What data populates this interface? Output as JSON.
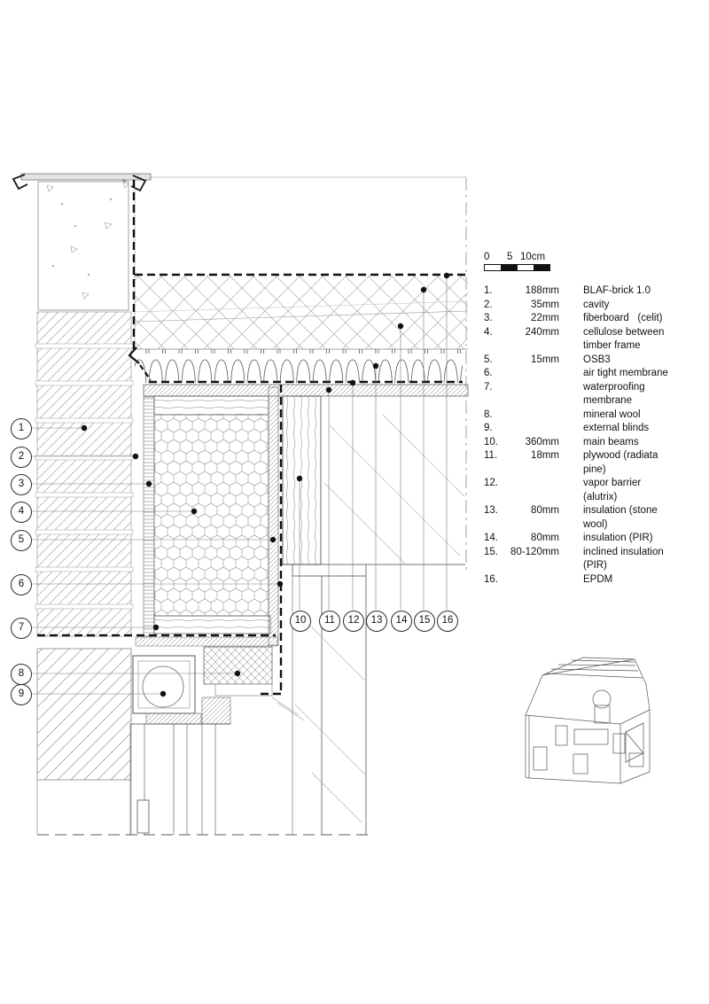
{
  "scale_bar": {
    "label_0": "0",
    "label_5": "5",
    "label_10": "10cm"
  },
  "legend": {
    "items": [
      {
        "num": "1.",
        "size": "188mm",
        "name": "BLAF-brick 1.0"
      },
      {
        "num": "2.",
        "size": "35mm",
        "name": "cavity"
      },
      {
        "num": "3.",
        "size": "22mm",
        "name": "fiberboard   (celit)"
      },
      {
        "num": "4.",
        "size": "240mm",
        "name": "cellulose between\ntimber frame"
      },
      {
        "num": "5.",
        "size": "15mm",
        "name": "OSB3"
      },
      {
        "num": "6.",
        "size": "",
        "name": "air tight membrane"
      },
      {
        "num": "7.",
        "size": "",
        "name": "waterproofing\nmembrane"
      },
      {
        "num": "8.",
        "size": "",
        "name": "mineral wool"
      },
      {
        "num": "9.",
        "size": "",
        "name": "external blinds"
      },
      {
        "num": "10.",
        "size": "360mm",
        "name": "main beams"
      },
      {
        "num": "11.",
        "size": "18mm",
        "name": "plywood (radiata\npine)"
      },
      {
        "num": "12.",
        "size": "",
        "name": "vapor barrier\n(alutrix)"
      },
      {
        "num": "13.",
        "size": "80mm",
        "name": "insulation (stone\nwool)"
      },
      {
        "num": "14.",
        "size": "80mm",
        "name": "insulation (PIR)"
      },
      {
        "num": "15.",
        "size": "80-120mm",
        "name": "inclined insulation\n(PIR)"
      },
      {
        "num": "16.",
        "size": "",
        "name": "EPDM"
      }
    ]
  },
  "callouts": {
    "items": [
      "1",
      "2",
      "3",
      "4",
      "5",
      "6",
      "7",
      "8",
      "9",
      "10",
      "11",
      "12",
      "13",
      "14",
      "15",
      "16"
    ]
  },
  "colors": {
    "line": "#1a1a1a",
    "hatch": "#999999",
    "paper": "#ffffff"
  }
}
